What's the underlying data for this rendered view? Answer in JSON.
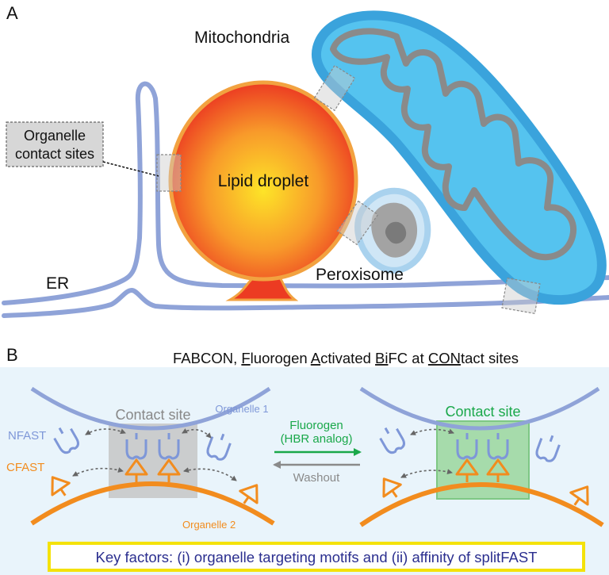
{
  "panel_a": {
    "letter": "A",
    "mito_label": "Mitochondria",
    "contact_label_line1": "Organelle",
    "contact_label_line2": "contact sites",
    "lipid_label": "Lipid droplet",
    "perox_label": "Peroxisome",
    "er_label": "ER"
  },
  "panel_b": {
    "letter": "B",
    "title_parts": [
      "FABCON, ",
      "F",
      "luorogen ",
      "A",
      "ctivated ",
      "Bi",
      "FC at ",
      "CON",
      "tact sites"
    ],
    "organelle1": "Organelle 1",
    "organelle2": "Organelle 2",
    "nfast": "NFAST",
    "cfast": "CFAST",
    "contact_left": "Contact site",
    "contact_right": "Contact site",
    "fluorogen_line1": "Fluorogen",
    "fluorogen_line2": "(HBR analog)",
    "washout": "Washout",
    "key_factors": "Key factors: (i) organelle targeting motifs and (ii) affinity of splitFAST"
  },
  "colors": {
    "membrane_blue": "#8fa3d8",
    "mito_outer": "#3aa3dc",
    "mito_inner": "#55c3ef",
    "cristae_gray": "#8a8a8a",
    "lipid_center": "#fde428",
    "lipid_edge": "#ec3b22",
    "lipid_rim": "#f2a240",
    "perox_outer": "#a9d2ee",
    "perox_core": "#a3a3a3",
    "panel_b_bg": "#e9f4fb",
    "cfast_orange": "#f28c1e",
    "nfast_blue": "#7e97d8",
    "green": "#1aa84a",
    "contact_gray": "#b5b5b5",
    "contact_green": "#9fd8a2",
    "key_text": "#2b2f8f",
    "key_border": "#f4e20a"
  }
}
